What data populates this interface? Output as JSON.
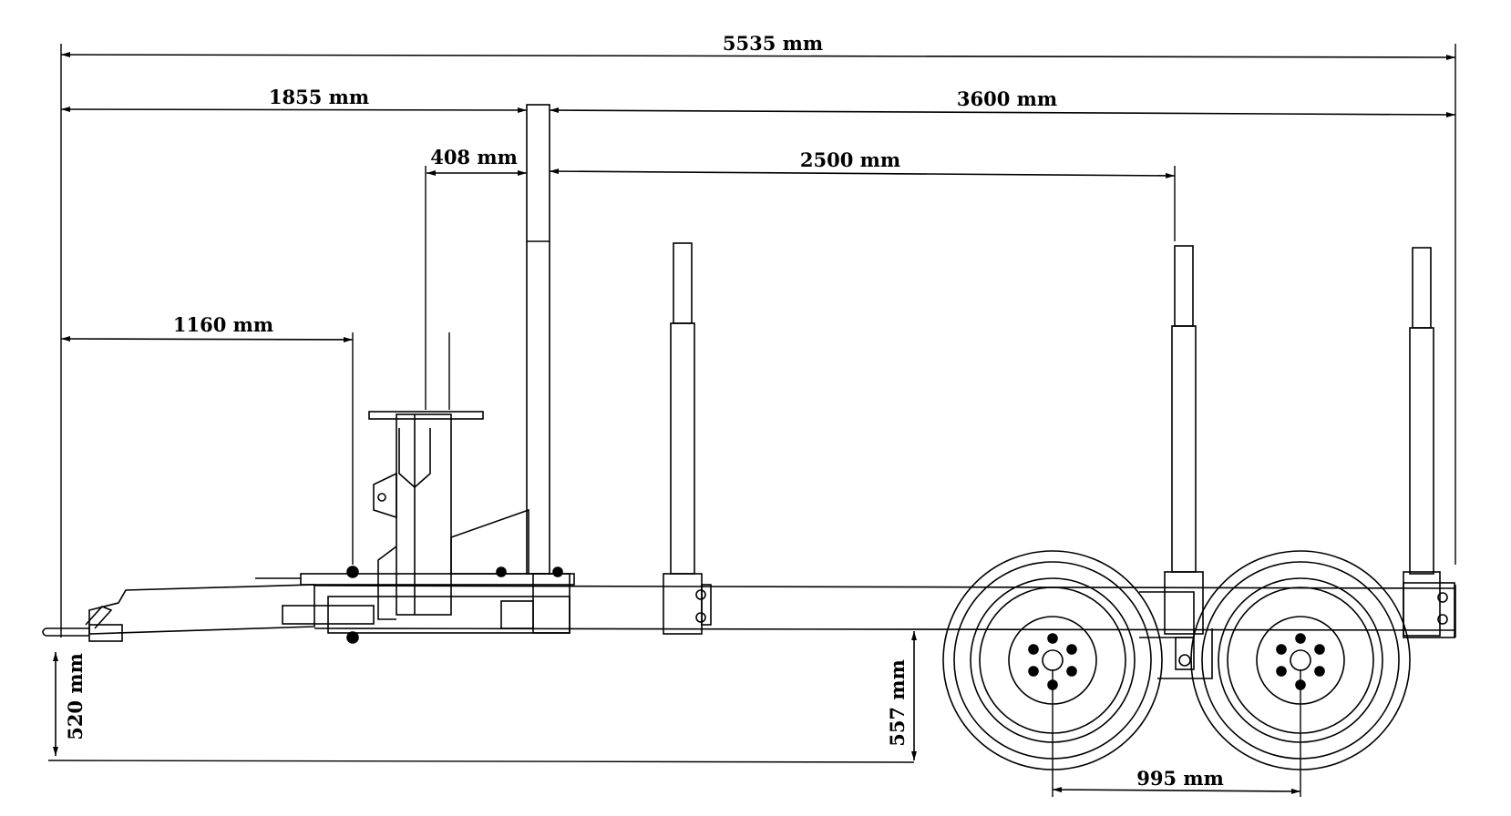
{
  "dimensions": {
    "overall_length": "5535 mm",
    "front_to_crane_post": "1855 mm",
    "crane_post_to_rear": "3600 mm",
    "crane_offset": "408 mm",
    "stanchion_spacing": "2500 mm",
    "front_to_kingpin": "1160 mm",
    "hitch_height": "520 mm",
    "frame_height": "557 mm",
    "axle_spacing": "995 mm"
  },
  "colors": {
    "line": "#000000",
    "background": "#ffffff"
  }
}
